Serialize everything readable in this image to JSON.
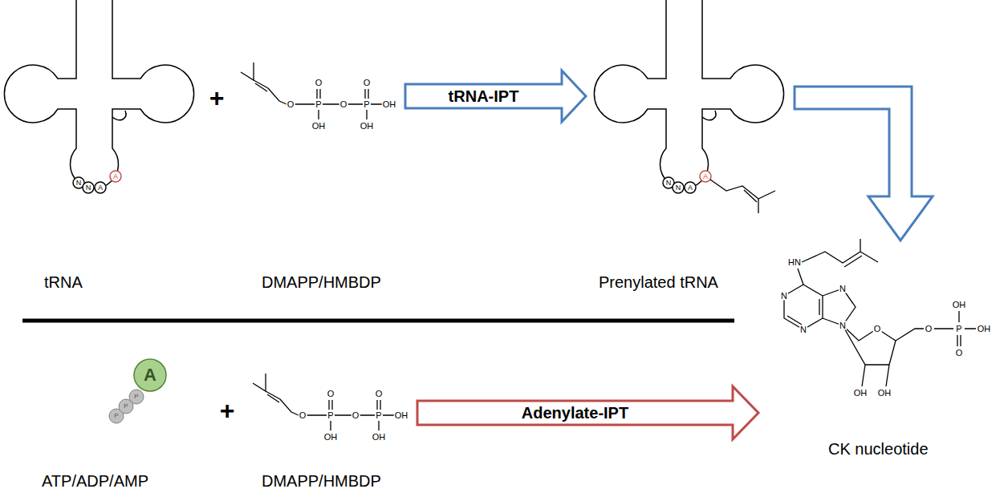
{
  "diagram": {
    "nodes": [
      {
        "text": [
          "tRNA"
        ]
      },
      {
        "text": [
          "DMAPP/HMBDP"
        ]
      },
      {
        "text": [
          "Prenylated tRNA"
        ]
      },
      {
        "text": [
          "CK nucleotide"
        ]
      },
      {
        "text": [
          "ATP/ADP/AMP"
        ]
      },
      {
        "text": [
          "DMAPP/HMBDP"
        ]
      }
    ],
    "edges": [
      {
        "from": 1,
        "to": 2,
        "arrow": "to",
        "label": "tRNA-IPT"
      },
      {
        "from": 2,
        "to": 3,
        "arrow": "to"
      },
      {
        "from": 5,
        "to": 3,
        "arrow": "to",
        "label": "Adenylate-IPT"
      }
    ],
    "labels": [
      "+",
      "N",
      "N",
      "A",
      "A",
      "O",
      "P",
      "O",
      "P",
      "OH",
      "O",
      "O",
      "OH",
      "OH",
      "N",
      "N",
      "A",
      "A",
      "HN",
      "N",
      "N",
      "N",
      "N",
      "O",
      "OH",
      "OH",
      "O",
      "P",
      "OH",
      "OH",
      "O",
      "A",
      "P",
      "P",
      "P",
      "+",
      "O",
      "P",
      "O",
      "P",
      "OH",
      "O",
      "O",
      "OH",
      "OH"
    ]
  }
}
